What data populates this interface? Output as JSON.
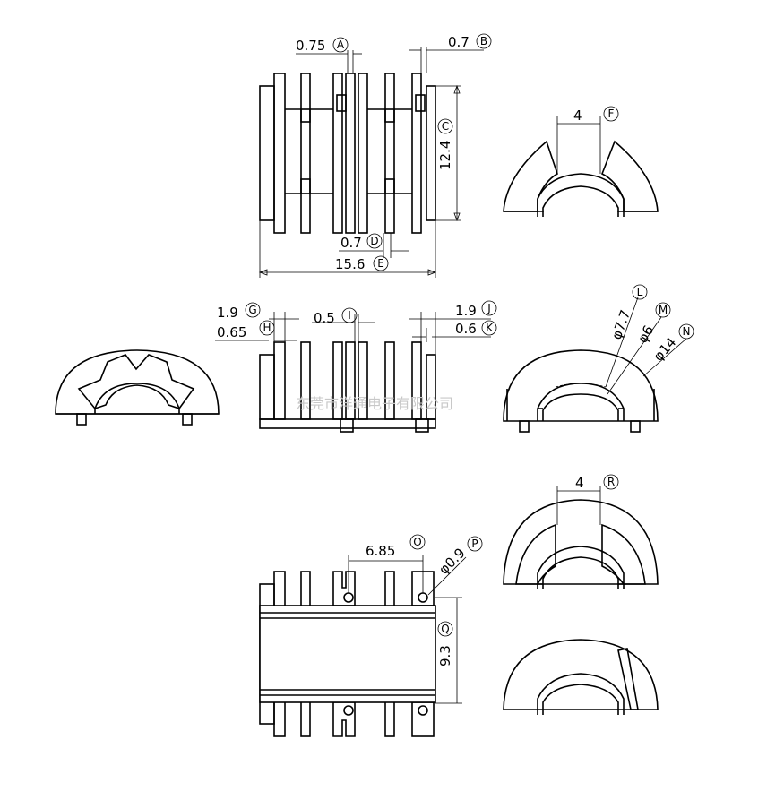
{
  "dimensions": {
    "A": {
      "value": "0.75",
      "tag": "A"
    },
    "B": {
      "value": "0.7",
      "tag": "B"
    },
    "C": {
      "value": "12.4",
      "tag": "C"
    },
    "D": {
      "value": "0.7",
      "tag": "D"
    },
    "E": {
      "value": "15.6",
      "tag": "E"
    },
    "F": {
      "value": "4",
      "tag": "F"
    },
    "G": {
      "value": "1.9",
      "tag": "G"
    },
    "H": {
      "value": "0.65",
      "tag": "H"
    },
    "I": {
      "value": "0.5",
      "tag": "I"
    },
    "J": {
      "value": "1.9",
      "tag": "J"
    },
    "K": {
      "value": "0.6",
      "tag": "K"
    },
    "L": {
      "value": "φ7.7",
      "tag": "L"
    },
    "M": {
      "value": "φ6",
      "tag": "M"
    },
    "N": {
      "value": "φ14",
      "tag": "N"
    },
    "O": {
      "value": "6.85",
      "tag": "O"
    },
    "P": {
      "value": "φ0.9",
      "tag": "P"
    },
    "Q": {
      "value": "9.3",
      "tag": "Q"
    },
    "R": {
      "value": "4",
      "tag": "R"
    }
  },
  "watermark": "东莞市洋通电子有限公司",
  "colors": {
    "line": "#000000",
    "watermark": "#c8c8c8"
  }
}
